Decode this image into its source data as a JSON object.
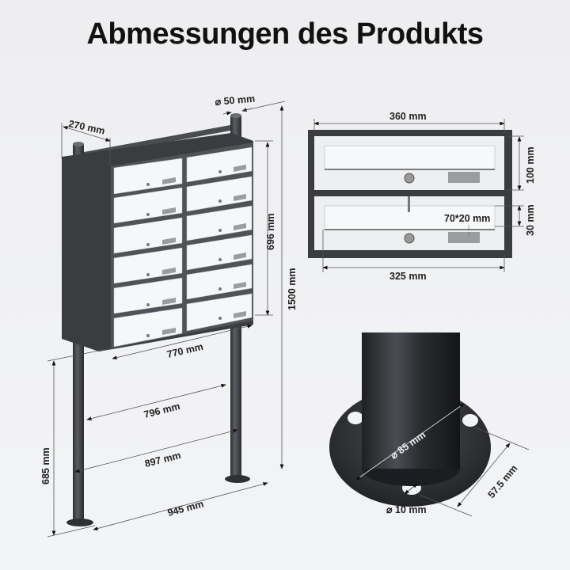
{
  "title": "Abmessungen des Produkts",
  "main_view": {
    "depth_label": "270 mm",
    "post_diameter_label": "⌀ 50 mm",
    "box_height_label": "696 mm",
    "total_height_label": "1500 mm",
    "box_width_label": "770 mm",
    "inner_post_distance_label": "796 mm",
    "post_distance_label": "897 mm",
    "foot_distance_label": "945 mm",
    "leg_height_label": "685 mm",
    "mailbox_rows": 6,
    "mailbox_columns": 2
  },
  "detail_front": {
    "width_label": "360 mm",
    "inner_width_label": "325 mm",
    "box_height_label": "100 mm",
    "slot_height_label": "30 mm",
    "nameplate_label": "70*20 mm"
  },
  "detail_base": {
    "plate_diameter_label": "⌀ 85 mm",
    "hole_diameter_label": "⌀ 10 mm",
    "hole_distance_label": "57.5 mm"
  },
  "colors": {
    "frame": "#3a3c40",
    "panel": "#f4f5f6",
    "nameplate": "#9a9c9f",
    "background": "#f0f1f3"
  }
}
